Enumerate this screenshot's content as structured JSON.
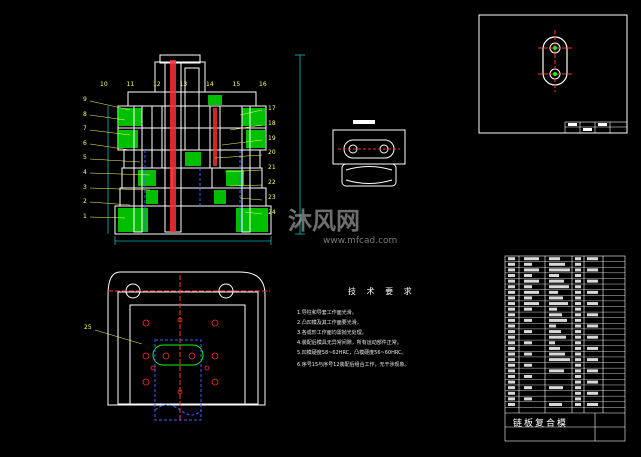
{
  "drawing": {
    "title_block_name": "链板复合模",
    "part_numbers_left": [
      "9",
      "8",
      "7",
      "6",
      "5",
      "4",
      "3",
      "2",
      "1"
    ],
    "part_numbers_top": [
      "10",
      "11",
      "12",
      "13",
      "14",
      "15",
      "16"
    ],
    "part_numbers_right": [
      "17",
      "18",
      "19",
      "20",
      "21",
      "22",
      "23",
      "24"
    ],
    "plan_part_label": "25"
  },
  "technical_requirements": {
    "title": "技 术 要 求",
    "items": [
      "1.导柱和导套工作面光滑。",
      "2.凸凹模及其工作面要光滑。",
      "3.各成形工作面均需抛光处理。",
      "4.装配后模具无异常间隙，所有运动部件正常。",
      "5.凹模硬度58~62HRC，凸模硬度56~60HRC。",
      "6.序号15与序号12装配后组合工作，无干涉现象。"
    ]
  },
  "watermark": {
    "text": "沐风网",
    "url": "www.mfcad.com"
  },
  "colors": {
    "background": "#000000",
    "outline": "#ffffff",
    "section": "#00ff00",
    "centerline": "#ff3030",
    "dimension": "#00ffff",
    "part_label": "#ffff66",
    "hidden": "#4060ff"
  }
}
